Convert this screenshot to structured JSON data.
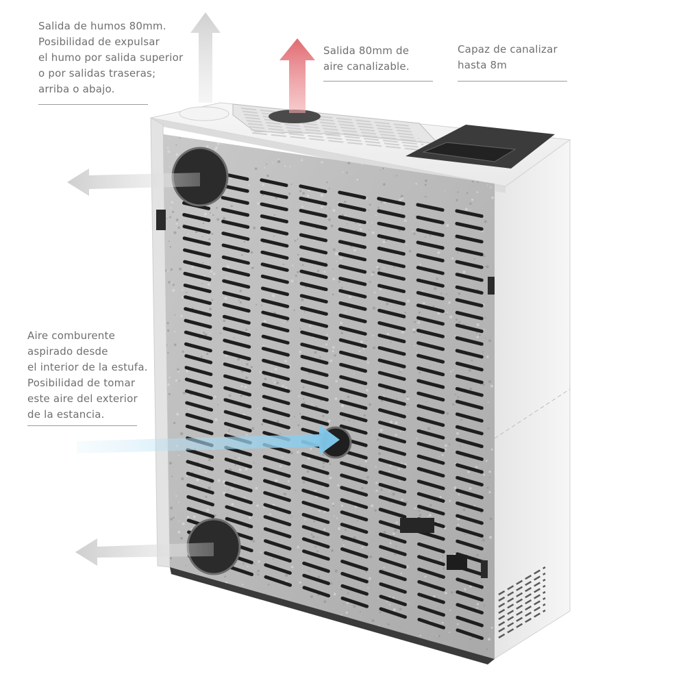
{
  "annotations": {
    "smoke_outlet": {
      "lines": [
        "Salida de humos 80mm.",
        "Posibilidad de expulsar",
        "el humo por salida superior",
        "o por salidas traseras;",
        "arriba o abajo."
      ]
    },
    "air_outlet": {
      "lines": [
        "Salida 80mm de",
        "aire canalizable."
      ]
    },
    "ducting": {
      "lines": [
        "Capaz de canalizar",
        "hasta 8m"
      ]
    },
    "combustion_air": {
      "lines": [
        "Aire comburente",
        "aspirado desde",
        "el interior de la estufa.",
        "Posibilidad de tomar",
        "este aire del exterior",
        "de la estancia."
      ]
    }
  },
  "colors": {
    "smoke_arrow": "#d9d9d9",
    "hot_air_arrow": "#e87a80",
    "intake_arrow": "#8fd0ee",
    "stove_body": "#eeeeee",
    "back_panel": "#bdbdbd",
    "vent_slot": "#1e1e1e",
    "label_text": "#6f6f6f"
  },
  "icons": [
    "arrow-up-icon",
    "arrow-left-icon",
    "arrow-right-icon"
  ]
}
